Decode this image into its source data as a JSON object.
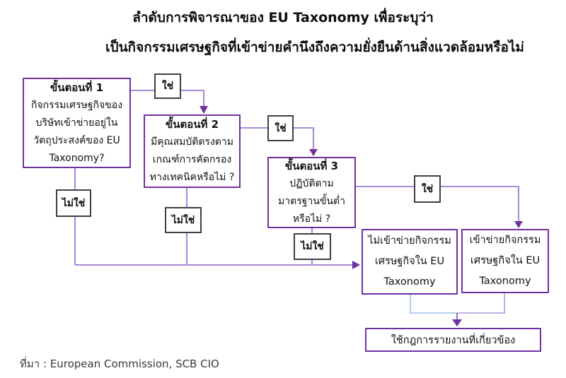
{
  "title": {
    "line1": "ลำดับการพิจารณาของ EU Taxonomy เพื่อระบุว่า",
    "line2": "เป็นกิจกรรมเศรษฐกิจที่เข้าข่ายคำนึงถึงความยั่งยืนด้านสิ่งแวดล้อมหรือไม่"
  },
  "labels": {
    "yes": "ใช่",
    "no": "ไม่ใช่"
  },
  "steps": [
    {
      "heading": "ขั้นตอนที่ 1",
      "lines": [
        "กิจกรรมเศรษฐกิจของ",
        "บริษัทเข้าข่ายอยู่ใน",
        "วัตถุประสงค์ของ EU",
        "Taxonomy?"
      ]
    },
    {
      "heading": "ขั้นตอนที่ 2",
      "lines": [
        "มีคุณสมบัติตรงตาม",
        "เกณฑ์การคัดกรอง",
        "ทางเทคนิคหรือไม่ ?"
      ]
    },
    {
      "heading": "ขั้นตอนที่ 3",
      "lines": [
        "ปฏิบัติตาม",
        "มาตรฐานขั้นต่ำ",
        "หรือไม่ ?"
      ]
    }
  ],
  "outcomes": [
    {
      "lines": [
        "ไม่เข้าข่ายกิจกรรม",
        "เศรษฐกิจใน EU",
        "Taxonomy"
      ]
    },
    {
      "lines": [
        "เข้าข่ายกิจกรรม",
        "เศรษฐกิจใน EU",
        "Taxonomy"
      ]
    }
  ],
  "final_box": "ใช้กฎการรายงานที่เกี่ยวข้อง",
  "source": "ที่มา : European Commission, SCB CIO",
  "colors": {
    "step_box_border": "#7030a0",
    "tag_box_border": "#3f3f3f",
    "connector_line": "#9c7ad1",
    "arrowhead": "#7030a0",
    "merge_line_left": "#a9c6e8",
    "merge_line_right": "#b9a3dc",
    "text": "#111111"
  }
}
